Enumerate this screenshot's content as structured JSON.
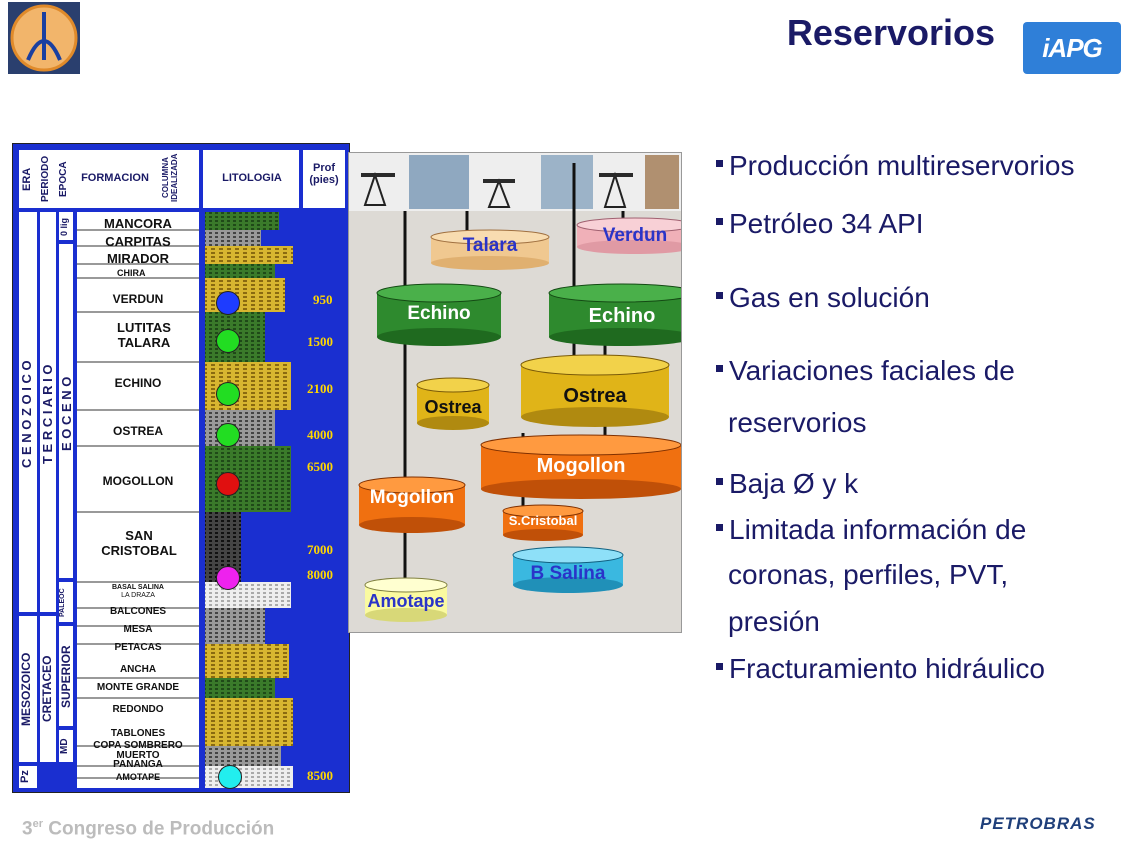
{
  "title": "Reservorios",
  "footer": {
    "congress_prefix": "3",
    "congress_sup": "er",
    "congress_text": "Congreso de Producción",
    "company": "PETROBRAS"
  },
  "logos": {
    "right": "iAPG"
  },
  "stratigraphy": {
    "headers": {
      "era": "ERA",
      "periodo": "PERIODO",
      "epoca": "EPOCA",
      "formacion": "FORMACION",
      "columna": "COLUMNA IDEALIZADA",
      "litologia": "LITOLOGIA",
      "prof": "Prof (pies)"
    },
    "eras": {
      "cenozoico": "C E N O Z O I C O",
      "mesozoico": "MESOZOICO",
      "pz": "Pz"
    },
    "periods": {
      "terciario": "T E R C I A R I O",
      "cretaceo": "CRETACEO"
    },
    "epochs": {
      "olig": "0 lig",
      "eoceno": "E O C E N O",
      "paleoc": "PALEOC",
      "superior": "SUPERIOR",
      "md": "MD"
    },
    "formations": [
      "MANCORA",
      "CARPITAS",
      "MIRADOR",
      "CHIRA",
      "VERDUN",
      "LUTITAS TALARA",
      "ECHINO",
      "OSTREA",
      "MOGOLLON",
      "SAN CRISTOBAL",
      "BASAL SALINA",
      "LA DRAZA",
      "BALCONES",
      "MESA",
      "PETACAS",
      "ANCHA",
      "MONTE GRANDE",
      "REDONDO",
      "TABLONES",
      "COPA SOMBRERO",
      "MUERTO",
      "PANANGA",
      "AMOTAPE"
    ],
    "depths": [
      "950",
      "1500",
      "2100",
      "4000",
      "6500",
      "7000",
      "8000",
      "8500"
    ],
    "reservoir_colors": [
      "#1e3cff",
      "#22dd22",
      "#22dd22",
      "#22dd22",
      "#e01010",
      "#ee22ee",
      "#22eeee"
    ]
  },
  "reservoirs": {
    "talara": "Talara",
    "verdun": "Verdun",
    "echino_left": "Echino",
    "echino_right": "Echino",
    "ostrea_left": "Ostrea",
    "ostrea_right": "Ostrea",
    "mogollon_left": "Mogollon",
    "mogollon_right": "Mogollon",
    "scristobal": "S.Cristobal",
    "bsalina": "B Salina",
    "amotape": "Amotape"
  },
  "bullets": [
    "Producción multireservorios",
    "Petróleo 34 API",
    "Gas en solución",
    "Variaciones faciales de",
    "reservorios",
    "Baja Ø y k",
    "Limitada información de",
    "coronas, perfiles, PVT,",
    "presión",
    "Fracturamiento hidráulico"
  ]
}
